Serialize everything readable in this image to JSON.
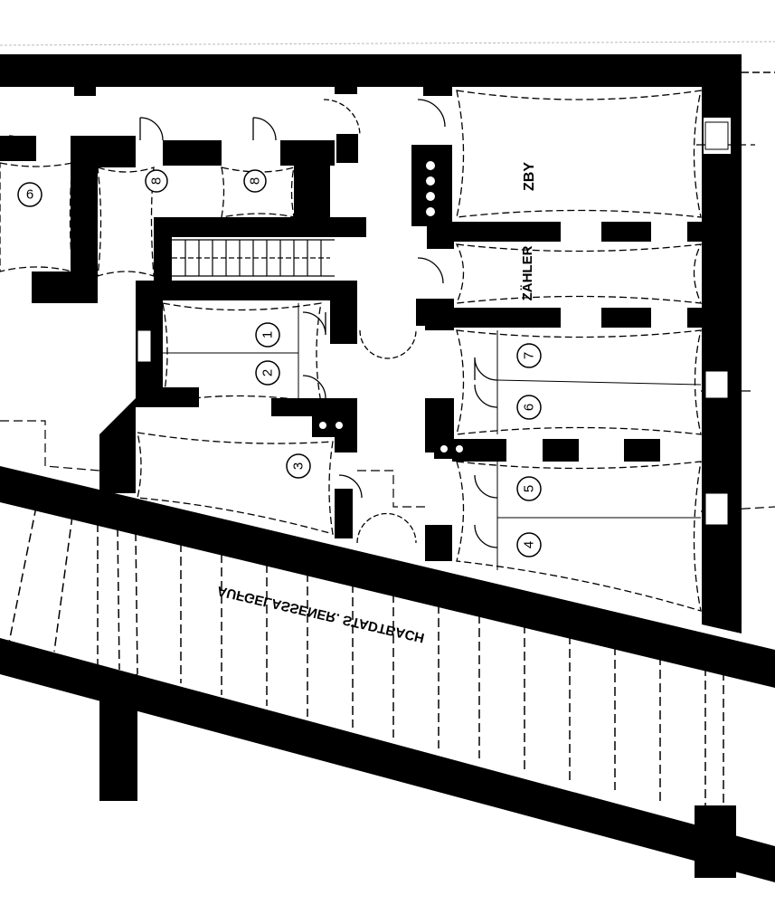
{
  "plan": {
    "rooms": [
      {
        "id": "room-1",
        "number": "1"
      },
      {
        "id": "room-2",
        "number": "2"
      },
      {
        "id": "room-3",
        "number": "3"
      },
      {
        "id": "room-4",
        "number": "4"
      },
      {
        "id": "room-5",
        "number": "5"
      },
      {
        "id": "room-6",
        "number": "6"
      },
      {
        "id": "room-7",
        "number": "7"
      },
      {
        "id": "room-6-left",
        "number": "6"
      },
      {
        "id": "room-8a",
        "number": "8"
      },
      {
        "id": "room-8b",
        "number": "8"
      }
    ],
    "labels": {
      "zby": "ZBY",
      "zaehler": "ZÄHLER",
      "stadtbach": "AUFGELASSENER. STADTBACH"
    }
  }
}
